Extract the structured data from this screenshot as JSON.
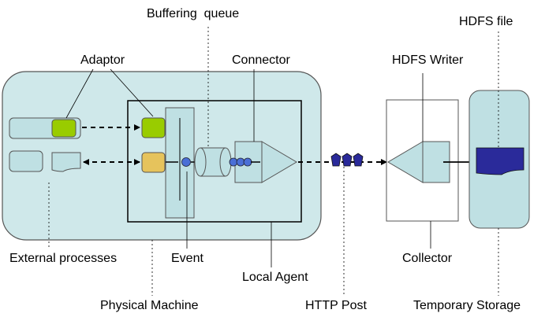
{
  "labels": {
    "buffering_queue": "Buffering  queue",
    "hdfs_file": "HDFS file",
    "adaptor": "Adaptor",
    "connector": "Connector",
    "hdfs_writer": "HDFS Writer",
    "external_processes": "External processes",
    "event": "Event",
    "collector": "Collector",
    "local_agent": "Local Agent",
    "physical_machine": "Physical Machine",
    "http_post": "HTTP Post",
    "temporary_storage": "Temporary Storage"
  },
  "colors": {
    "light_teal": "#cfe8ea",
    "box_fill": "#bfe0e3",
    "adaptor_green": "#99cc00",
    "adaptor_gold": "#e6c35c",
    "event_blue": "#4a6fd6",
    "file_navy": "#2a2a9a",
    "outline": "#555555"
  },
  "icons": {
    "connector": "triangle-connector",
    "writer": "triangle-writer",
    "queue": "cylinder",
    "events": "circles",
    "http_packets": "pentagons",
    "hdfs_file": "document"
  }
}
